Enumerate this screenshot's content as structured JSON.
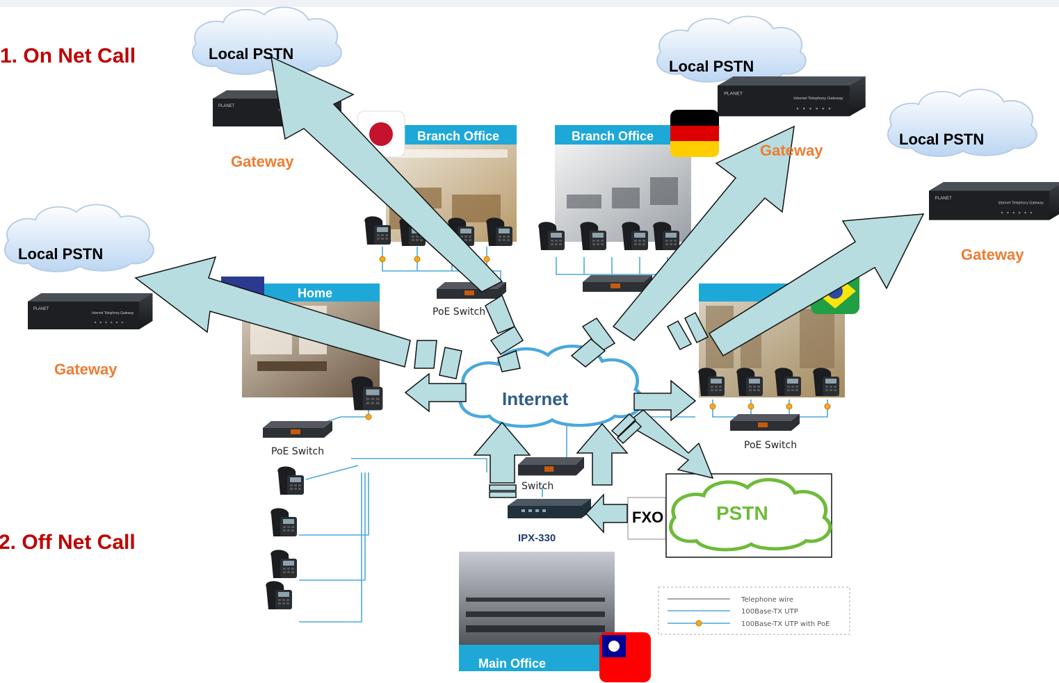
{
  "titles": {
    "on_net": "1. On Net Call",
    "off_net": "2. Off Net Call"
  },
  "clouds": {
    "local_pstn_label": "Local PSTN",
    "pstn_label": "PSTN",
    "internet_label": "Internet"
  },
  "gateway_label": "Gateway",
  "sites": {
    "branch_office_label": "Branch Office",
    "home_label": "Home",
    "main_office_label": "Main Office"
  },
  "devices": {
    "poe_switch_label": "PoE Switch",
    "switch_label": "Switch",
    "ipx_label": "IPX-330",
    "fxo_label": "FXO",
    "gateway_device_label": "Internet Telephony Gateway"
  },
  "legend": {
    "items": [
      "Telephone wire",
      "100Base-TX UTP",
      "100Base-TX UTP with PoE"
    ]
  },
  "colors": {
    "title_red": "#c00000",
    "gateway_orange": "#ed7d31",
    "arrow_fill": "#b7dde0",
    "banner_blue": "#1ea8d8",
    "pstn_green": "#6dbb3a"
  }
}
